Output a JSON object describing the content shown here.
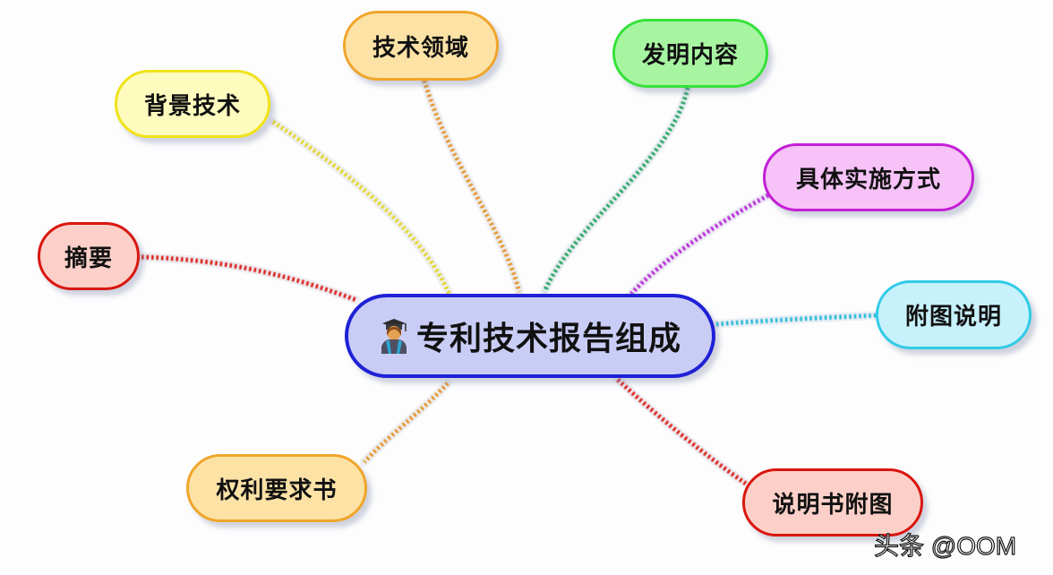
{
  "diagram": {
    "type": "mind-map",
    "center": {
      "label": "专利技术报告组成",
      "icon": "graduate-icon",
      "fill": "#c9cdf6",
      "border": "#1f22d6"
    },
    "branches": [
      {
        "id": "beijing",
        "label": "背景技术",
        "fill": "#fdfbbd",
        "border": "#f1e21a",
        "link": "#e3d41a"
      },
      {
        "id": "lingyu",
        "label": "技术领域",
        "fill": "#fde2a6",
        "border": "#f0a52a",
        "link": "#e38f20"
      },
      {
        "id": "faming",
        "label": "发明内容",
        "fill": "#a7f5a1",
        "border": "#35e23a",
        "link": "#1e9f5a"
      },
      {
        "id": "shishi",
        "label": "具体实施方式",
        "fill": "#f6c2f7",
        "border": "#c41fd6",
        "link": "#b41ad6"
      },
      {
        "id": "futu",
        "label": "附图说明",
        "fill": "#c7f1fb",
        "border": "#2fcbe6",
        "link": "#1fb6d6"
      },
      {
        "id": "shumingfutu",
        "label": "说明书附图",
        "fill": "#fcd0c8",
        "border": "#d9160f",
        "link": "#d9160f"
      },
      {
        "id": "quanli",
        "label": "权利要求书",
        "fill": "#fde2a6",
        "border": "#f0a52a",
        "link": "#e38f20"
      },
      {
        "id": "zhaiyao",
        "label": "摘要",
        "fill": "#fcd0c8",
        "border": "#d9160f",
        "link": "#d9160f"
      }
    ]
  },
  "watermark": "头条 @OOM"
}
